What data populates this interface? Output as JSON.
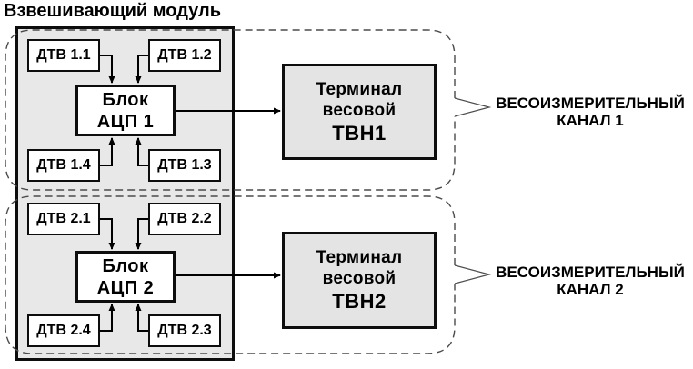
{
  "title": "Взвешивающий модуль",
  "colors": {
    "module_fill": "#e8e8e8",
    "terminal_fill": "#e4e4e4",
    "box_fill": "#ffffff",
    "line": "#000000",
    "dashed_outline": "#4a4a4a"
  },
  "channels": [
    {
      "sensors": {
        "top_left": "ДТВ 1.1",
        "top_right": "ДТВ 1.2",
        "bottom_left": "ДТВ 1.4",
        "bottom_right": "ДТВ 1.3"
      },
      "adc": {
        "line1": "Блок",
        "line2": "АЦП 1"
      },
      "terminal": {
        "line1": "Терминал",
        "line2": "весовой",
        "model": "ТВН1"
      },
      "label": {
        "line1": "ВЕСОИЗМЕРИТЕЛЬНЫЙ",
        "line2": "КАНАЛ 1"
      }
    },
    {
      "sensors": {
        "top_left": "ДТВ 2.1",
        "top_right": "ДТВ 2.2",
        "bottom_left": "ДТВ 2.4",
        "bottom_right": "ДТВ 2.3"
      },
      "adc": {
        "line1": "Блок",
        "line2": "АЦП 2"
      },
      "terminal": {
        "line1": "Терминал",
        "line2": "весовой",
        "model": "ТВН2"
      },
      "label": {
        "line1": "ВЕСОИЗМЕРИТЕЛЬНЫЙ",
        "line2": "КАНАЛ 2"
      }
    }
  ]
}
